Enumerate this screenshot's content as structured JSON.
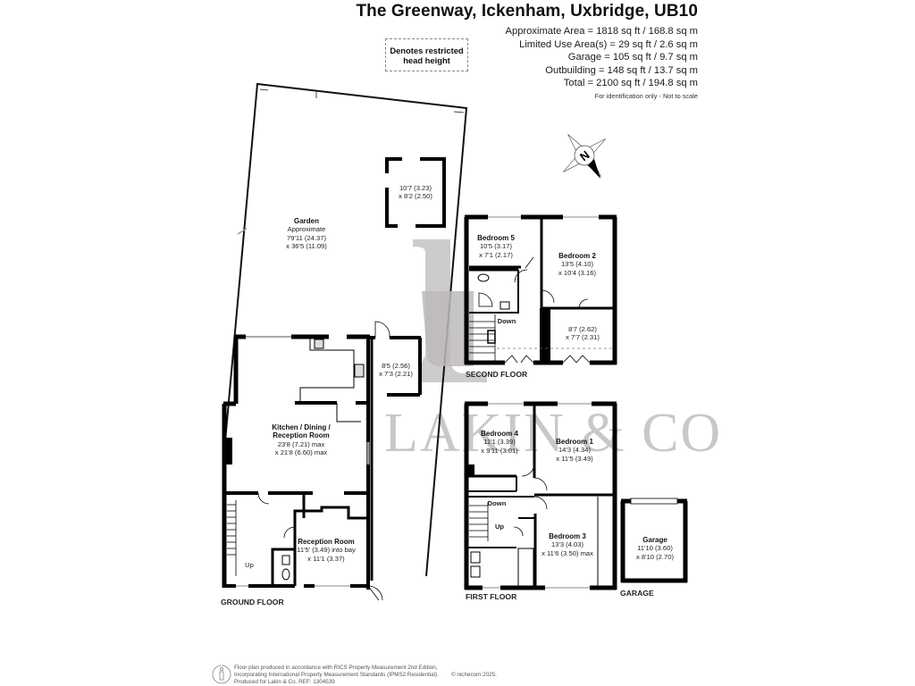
{
  "header": {
    "title": "The Greenway, Ickenham, Uxbridge, UB10",
    "areas": [
      "Approximate Area = 1818 sq ft / 168.8 sq m",
      "Limited Use Area(s) = 29 sq ft / 2.6 sq m",
      "Garage = 105 sq ft / 9.7 sq m",
      "Outbuilding = 148 sq ft / 13.7 sq m",
      "Total = 2100 sq ft / 194.8 sq m"
    ],
    "disclaimer": "For identification only - Not to scale"
  },
  "legend": {
    "restricted_label_line1": "Denotes restricted",
    "restricted_label_line2": "head height"
  },
  "compass": {
    "label": "N"
  },
  "watermark": {
    "text": "LAKIN & CO",
    "letter": "L",
    "color": "#c8c4c4"
  },
  "colors": {
    "wall": "#000000",
    "line": "#111111",
    "shading": "#bfbcbc"
  },
  "garden": {
    "name": "Garden",
    "line1": "Approximate",
    "line2": "79'11 (24.37)",
    "line3": "x 36'5 (11.09)"
  },
  "outbuilding": {
    "line1": "10'7 (3.23)",
    "line2": "x 8'2 (2.50)"
  },
  "ground_floor": {
    "label": "GROUND FLOOR",
    "kitchen": {
      "name1": "Kitchen / Dining /",
      "name2": "Reception Room",
      "dim1": "23'8 (7.21) max",
      "dim2": "x 21'8 (6.60) max"
    },
    "utility": {
      "dim1": "8'5 (2.56)",
      "dim2": "x 7'3 (2.21)"
    },
    "reception": {
      "name": "Reception Room",
      "dim1": "11'5' (3.49) into bay",
      "dim2": "x 11'1 (3.37)"
    },
    "stairs_label": "Up"
  },
  "second_floor": {
    "label": "SECOND FLOOR",
    "bedroom5": {
      "name": "Bedroom 5",
      "dim1": "10'5 (3.17)",
      "dim2": "x 7'1 (2.17)"
    },
    "bedroom2": {
      "name": "Bedroom 2",
      "dim1": "13'5 (4.10)",
      "dim2": "x 10'4 (3.16)"
    },
    "store": {
      "dim1": "8'7 (2.62)",
      "dim2": "x 7'7 (2.31)"
    },
    "stairs_label": "Down"
  },
  "first_floor": {
    "label": "FIRST FLOOR",
    "bedroom4": {
      "name": "Bedroom 4",
      "dim1": "11'1 (3.39)",
      "dim2": "x 9'11 (3.01)"
    },
    "bedroom1": {
      "name": "Bedroom 1",
      "dim1": "14'3 (4.34)",
      "dim2": "x 11'5 (3.49)"
    },
    "bedroom3": {
      "name": "Bedroom 3",
      "dim1": "13'3 (4.03)",
      "dim2": "x 11'6 (3.50) max"
    },
    "down_label": "Down",
    "up_label": "Up"
  },
  "garage": {
    "label": "GARAGE",
    "name": "Garage",
    "dim1": "11'10 (3.60)",
    "dim2": "x 8'10 (2.70)"
  },
  "footer": {
    "line1": "Floor plan produced in accordance with RICS Property Measurement 2nd Edition,",
    "line2": "Incorporating International Property Measurement Standards (IPMS2 Residential).",
    "line3": "Produced for Lakin & Co.   REF:  1304539",
    "copyright": "© nichecom 2025."
  }
}
